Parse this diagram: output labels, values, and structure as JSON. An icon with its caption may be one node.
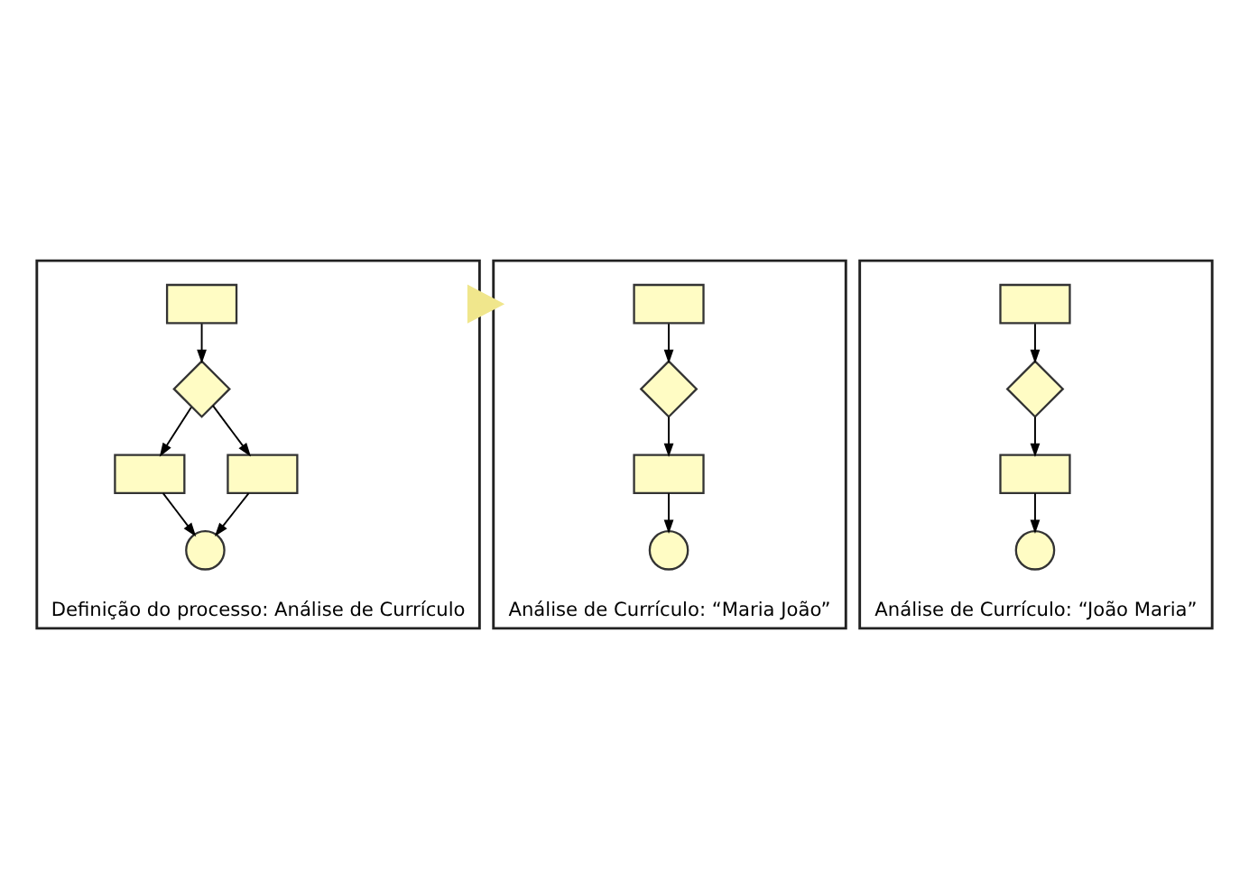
{
  "diagram": {
    "nodes": [
      {
        "text": [
          "Definição do processo: Análise de Currículo"
        ]
      },
      {
        "text": [],
        "shape": "box",
        "in": 0
      },
      {
        "text": [],
        "shape": "diamond",
        "in": 0
      },
      {
        "text": [],
        "shape": "box",
        "in": 0
      },
      {
        "text": [],
        "shape": "box",
        "in": 0
      },
      {
        "text": [],
        "shape": "circle",
        "in": 0
      },
      {
        "text": [
          "Análise de Currículo: “Maria João”"
        ]
      },
      {
        "text": [],
        "shape": "box",
        "in": 6
      },
      {
        "text": [],
        "shape": "diamond",
        "in": 6
      },
      {
        "text": [],
        "shape": "box",
        "in": 6
      },
      {
        "text": [],
        "shape": "circle",
        "in": 6
      },
      {
        "text": [
          "Análise de Currículo: “João Maria”"
        ]
      },
      {
        "text": [],
        "shape": "box",
        "in": 11
      },
      {
        "text": [],
        "shape": "diamond",
        "in": 11
      },
      {
        "text": [],
        "shape": "box",
        "in": 11
      },
      {
        "text": [],
        "shape": "circle",
        "in": 11
      }
    ],
    "edges": [
      {
        "from": 1,
        "to": 2,
        "arrow": "to"
      },
      {
        "from": 2,
        "to": 3,
        "arrow": "to"
      },
      {
        "from": 2,
        "to": 4,
        "arrow": "to"
      },
      {
        "from": 4,
        "to": 5,
        "arrow": "to"
      },
      {
        "from": 3,
        "to": 5,
        "arrow": "to"
      },
      {
        "from": 7,
        "to": 8,
        "arrow": "to"
      },
      {
        "from": 8,
        "to": 9,
        "arrow": "to"
      },
      {
        "from": 9,
        "to": 10,
        "arrow": "to"
      },
      {
        "from": 12,
        "to": 13,
        "arrow": "to"
      },
      {
        "from": 13,
        "to": 14,
        "arrow": "to"
      },
      {
        "from": 14,
        "to": 15,
        "arrow": "to"
      },
      {
        "from": 0,
        "to": 6,
        "arrow": "to",
        "style": "thick",
        "color": "#f0e68c"
      }
    ]
  }
}
